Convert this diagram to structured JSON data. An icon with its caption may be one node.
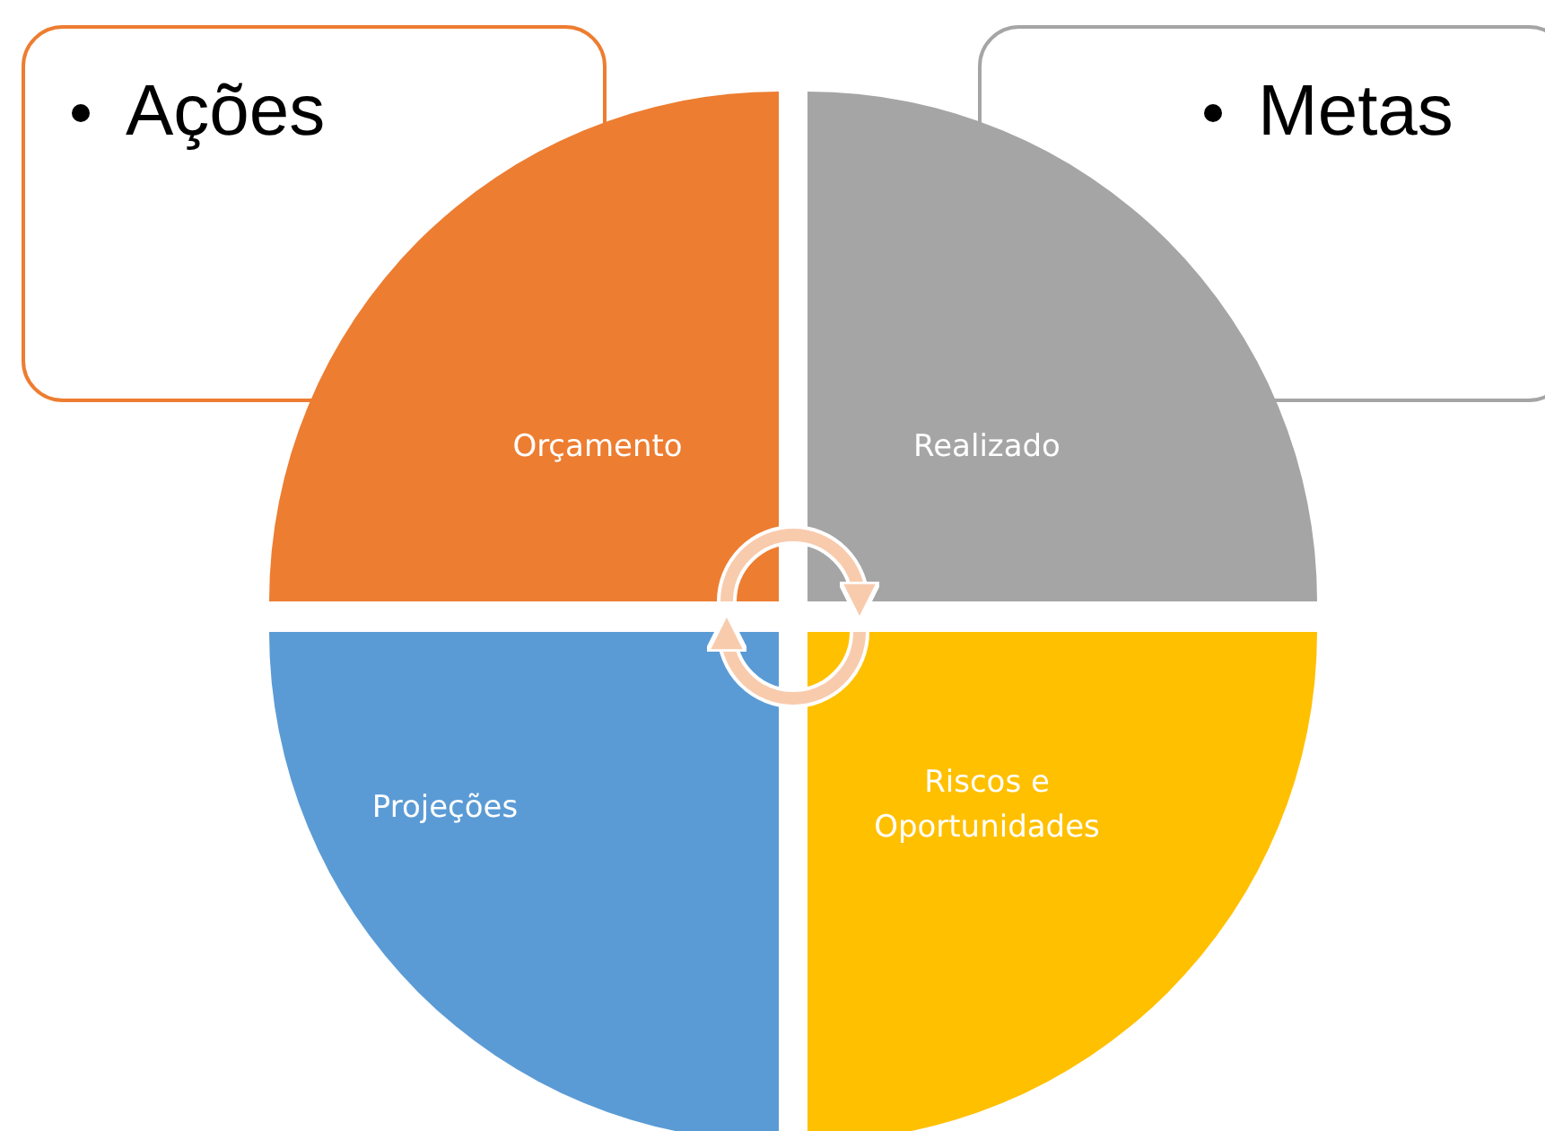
{
  "diagram": {
    "nodes": [
      {
        "text": [
          "Ações"
        ]
      },
      {
        "text": [
          "Metas"
        ]
      },
      {
        "text": [
          "Orçamento"
        ]
      },
      {
        "text": [
          "Realizado"
        ]
      },
      {
        "text": [
          "Projeções"
        ]
      },
      {
        "text": [
          "Riscos e Oportunidades"
        ]
      }
    ],
    "edges": [
      {
        "from": 2,
        "to": 3,
        "arrow": "to"
      },
      {
        "from": 5,
        "to": 4,
        "arrow": "to"
      }
    ]
  }
}
